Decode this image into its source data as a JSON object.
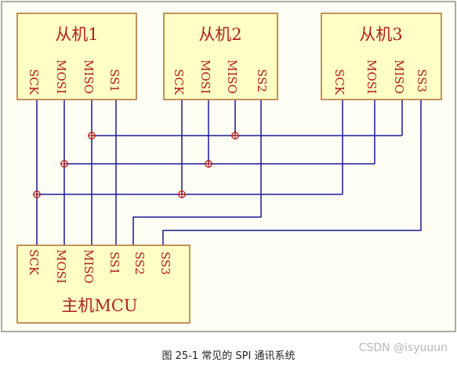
{
  "diagram": {
    "slaves": [
      {
        "title": "从机1",
        "pins": [
          "SCK",
          "MOSI",
          "MISO",
          "SS1"
        ]
      },
      {
        "title": "从机2",
        "pins": [
          "SCK",
          "MOSI",
          "MISO",
          "SS2"
        ]
      },
      {
        "title": "从机3",
        "pins": [
          "SCK",
          "MOSI",
          "MISO",
          "SS3"
        ]
      }
    ],
    "master": {
      "title": "主机MCU",
      "pins": [
        "SCK",
        "MOSI",
        "MISO",
        "SS1",
        "SS2",
        "SS3"
      ]
    },
    "colors": {
      "box_fill": "#ffffc6",
      "box_border": "#b07a3a",
      "text": "#b01e1e",
      "wire": "#1a1a9a",
      "junction": "#b01e1e"
    }
  },
  "caption": "图 25-1 常见的 SPI 通讯系统",
  "watermark": "CSDN @isyuuun"
}
